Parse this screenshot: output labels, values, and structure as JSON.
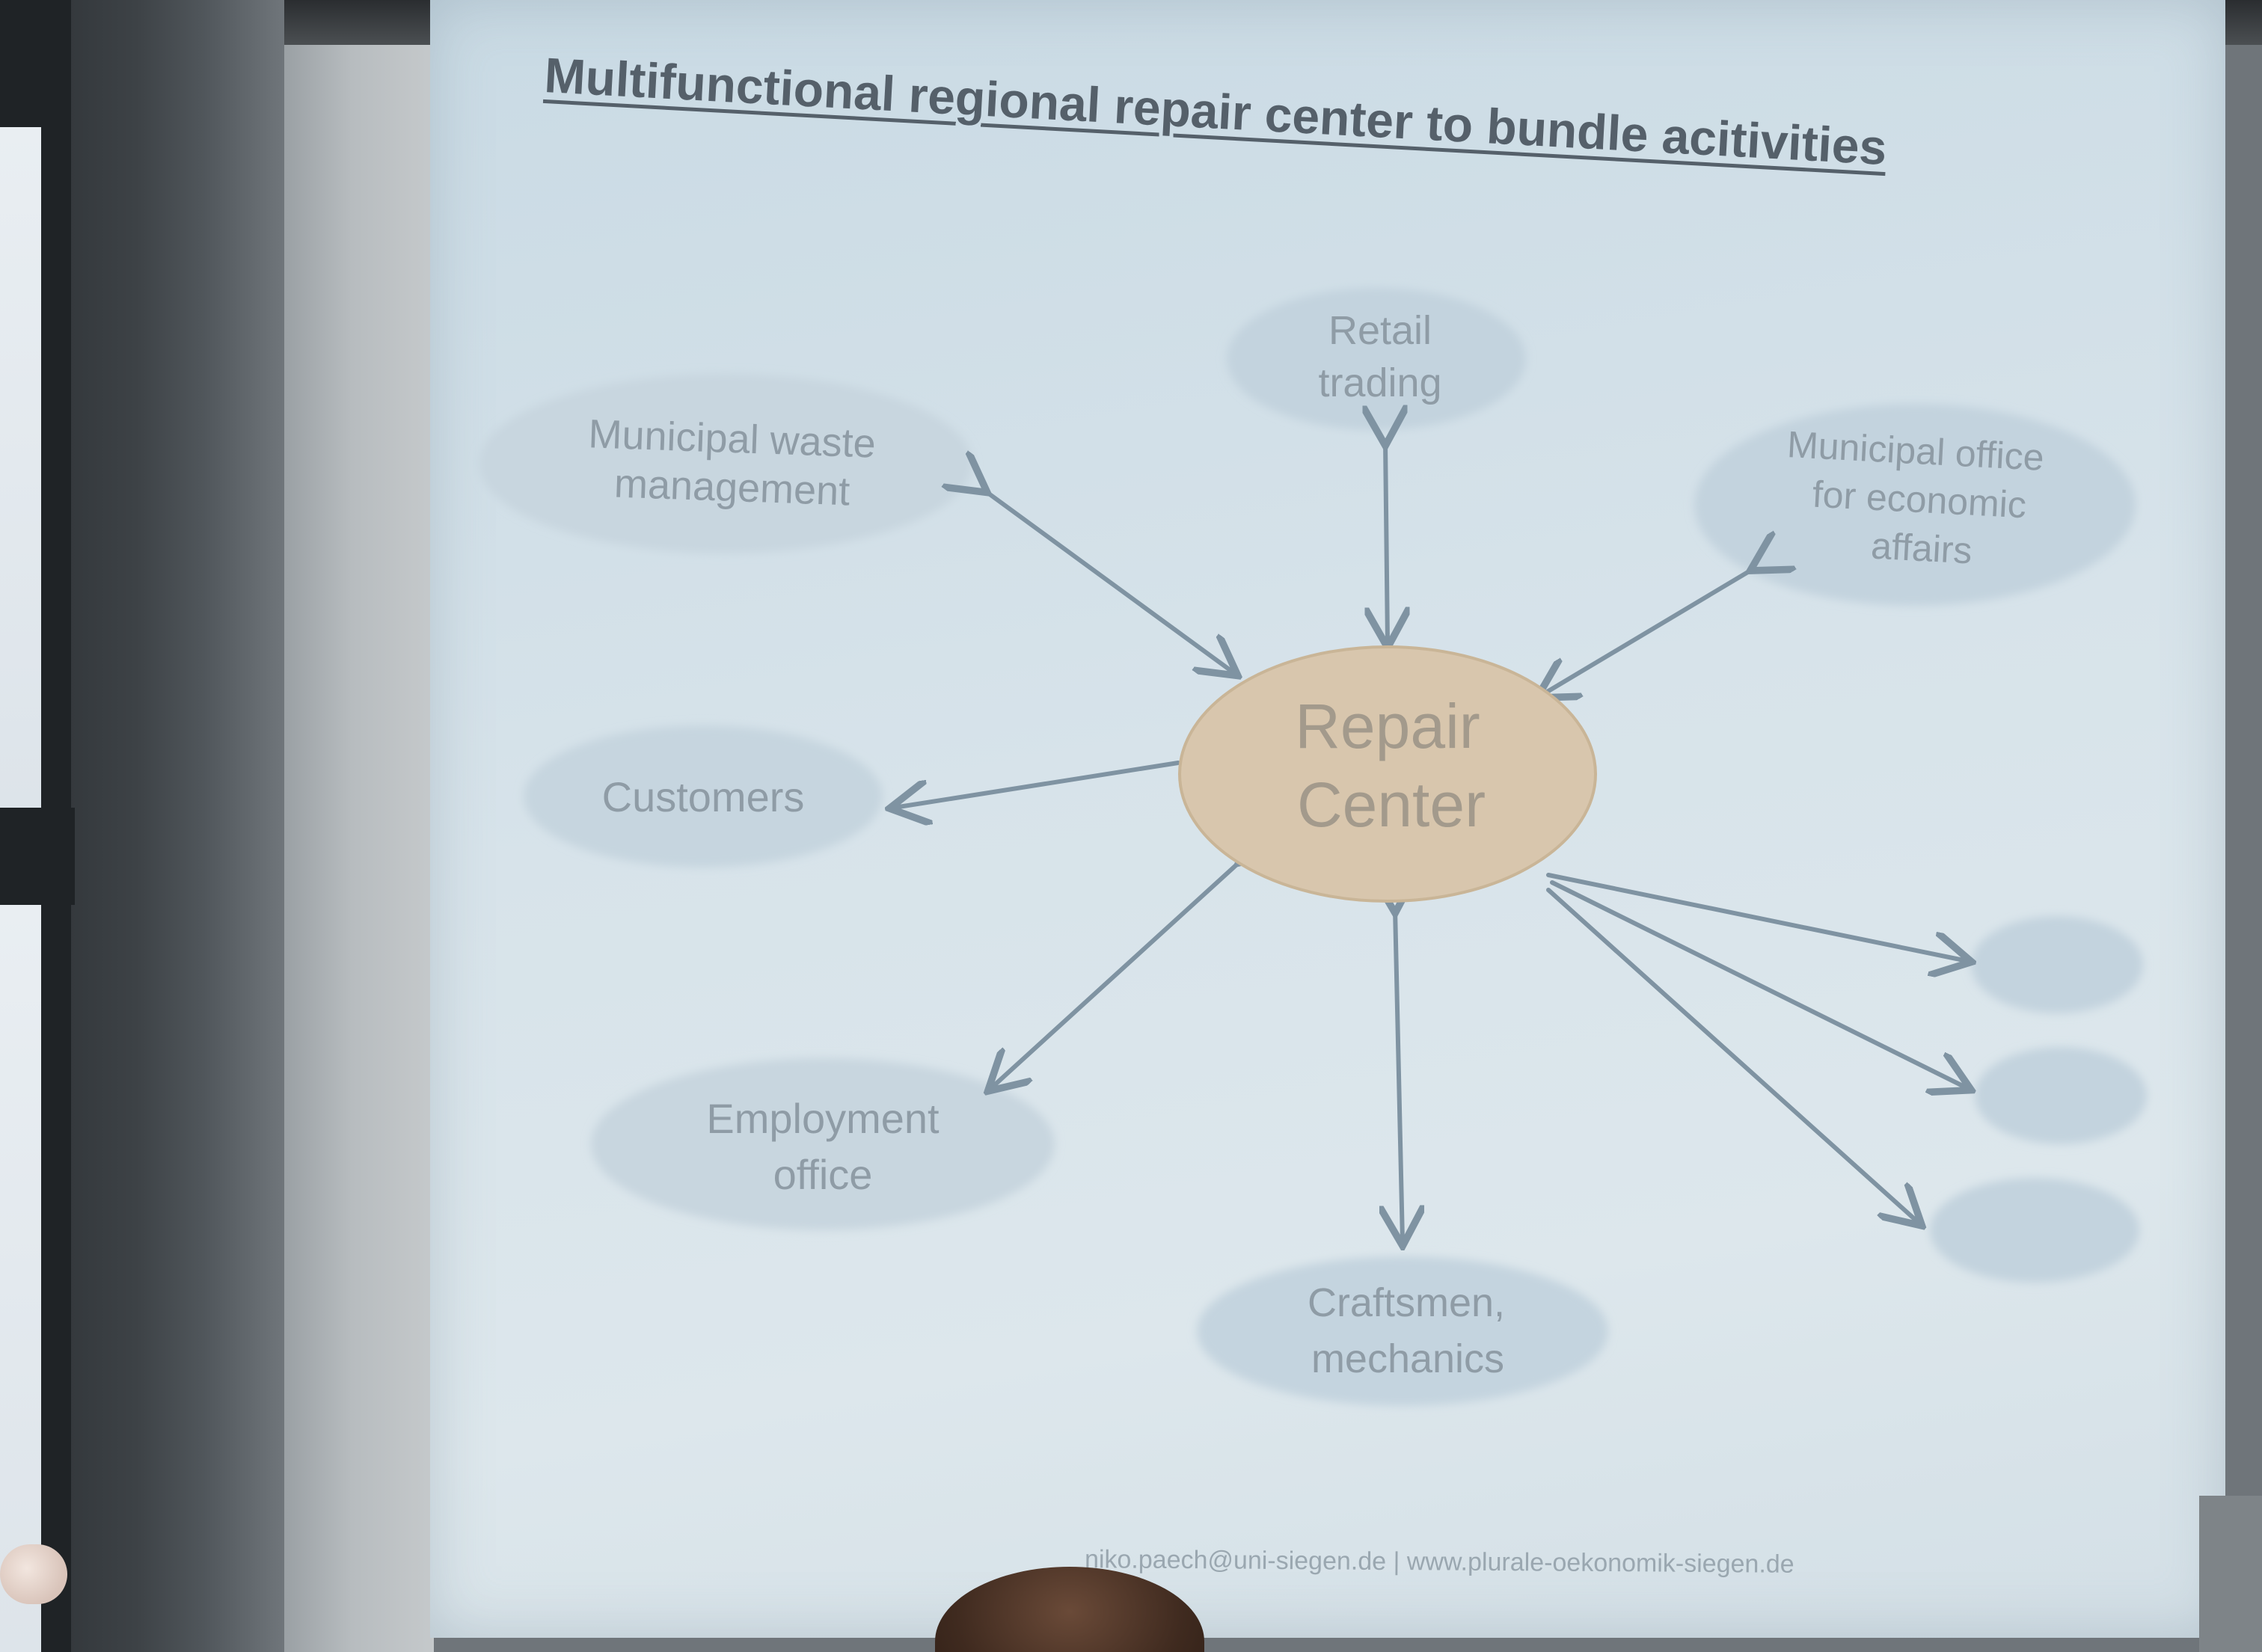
{
  "title": "Multifunctional regional repair center to bundle acitivities",
  "center": {
    "lines": [
      "Repair",
      "Center"
    ]
  },
  "nodes": {
    "retail": [
      "Retail",
      "trading"
    ],
    "waste": [
      "Municipal waste",
      "management"
    ],
    "municipal_office": [
      "Municipal office",
      "for economic",
      "affairs"
    ],
    "customers": [
      "Customers"
    ],
    "employment": [
      "Employment",
      "office"
    ],
    "craftsmen": [
      "Craftsmen,",
      "mechanics"
    ]
  },
  "footer": "niko.paech@uni-siegen.de  |  www.plurale-oekonomik-siegen.de",
  "colors": {
    "center_fill": "#d8c6ad",
    "node_fill": "#c3d3de",
    "arrow": "#7f93a2",
    "title": "#55606a"
  }
}
